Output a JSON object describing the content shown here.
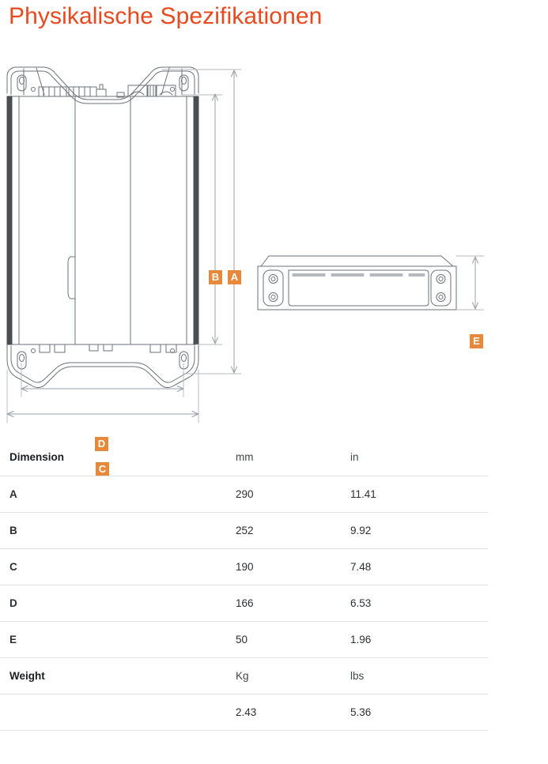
{
  "title": "Physikalische Spezifikationen",
  "colors": {
    "title": "#e8491f",
    "badge": "#e8883a",
    "badge_text": "#ffffff",
    "drawing_line": "#6e7378",
    "drawing_edge": "#4a4e52",
    "dimension_line": "#9aa0a6",
    "table_rule": "#e3e3e3"
  },
  "drawing": {
    "front_view_name": "front-view",
    "side_view_name": "side-view",
    "dimension_labels": [
      {
        "id": "A",
        "label": "A",
        "orientation": "vertical"
      },
      {
        "id": "B",
        "label": "B",
        "orientation": "vertical"
      },
      {
        "id": "C",
        "label": "C",
        "orientation": "horizontal"
      },
      {
        "id": "D",
        "label": "D",
        "orientation": "horizontal"
      },
      {
        "id": "E",
        "label": "E",
        "orientation": "vertical"
      }
    ]
  },
  "table": {
    "headers": {
      "dimension": "Dimension",
      "mm": "mm",
      "in": "in"
    },
    "rows": [
      {
        "label": "A",
        "mm": "290",
        "in": "11.41"
      },
      {
        "label": "B",
        "mm": "252",
        "in": "9.92"
      },
      {
        "label": "C",
        "mm": "190",
        "in": "7.48"
      },
      {
        "label": "D",
        "mm": "166",
        "in": "6.53"
      },
      {
        "label": "E",
        "mm": "50",
        "in": "1.96"
      }
    ],
    "weight_header": {
      "label": "Weight",
      "mm": "Kg",
      "in": "lbs"
    },
    "weight_values": {
      "label": "",
      "mm": "2.43",
      "in": "5.36"
    }
  }
}
